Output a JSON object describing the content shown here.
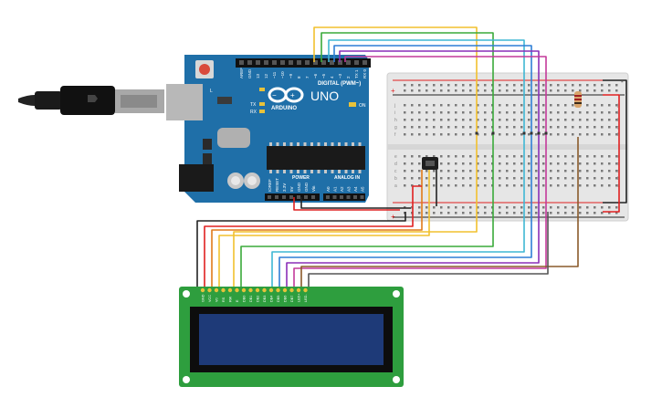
{
  "arduino": {
    "brand": "ARDUINO",
    "model": "UNO",
    "digital_label": "DIGITAL (PWM~)",
    "power_label": "POWER",
    "analog_label": "ANALOG IN",
    "on_label": "ON",
    "digital_pins": [
      "AREF",
      "GND",
      "13",
      "12",
      "~11",
      "~10",
      "~9",
      "8",
      "7",
      "~6",
      "~5",
      "4",
      "~3",
      "2",
      "TX 1",
      "RX 0"
    ],
    "power_pins": [
      "IOREF",
      "RESET",
      "3.3V",
      "5V",
      "GND",
      "GND",
      "Vin"
    ],
    "analog_pins": [
      "A0",
      "A1",
      "A2",
      "A3",
      "A4",
      "A5"
    ],
    "side_labels": [
      "L",
      "TX",
      "RX"
    ]
  },
  "breadboard": {
    "row_letters_top": [
      "a",
      "b",
      "c",
      "d",
      "e"
    ],
    "row_letters_bottom": [
      "f",
      "g",
      "h",
      "i",
      "j"
    ],
    "rail_plus": "+",
    "rail_minus": "-"
  },
  "lcd": {
    "pin_labels": [
      "GND",
      "VCC",
      "V0",
      "RS",
      "RW",
      "E",
      "DB0",
      "DB1",
      "DB2",
      "DB3",
      "DB4",
      "DB5",
      "DB6",
      "DB7",
      "LED+",
      "LED-"
    ]
  },
  "colors": {
    "board_blue": "#1f6fa8",
    "breadboard": "#e8e8e8",
    "lcd_green": "#2e9e3e",
    "lcd_screen": "#1e3a78",
    "wire_yellow": "#f2c12e",
    "wire_green": "#3aaa3a",
    "wire_cyan": "#3fb7d4",
    "wire_blue": "#2f7fd6",
    "wire_purple": "#8a2fb8",
    "wire_magenta": "#c33a9a",
    "wire_red": "#e02020",
    "wire_black": "#222222",
    "wire_orange": "#e07a1a",
    "wire_brown": "#8a5a2a",
    "wire_gray": "#555555"
  }
}
